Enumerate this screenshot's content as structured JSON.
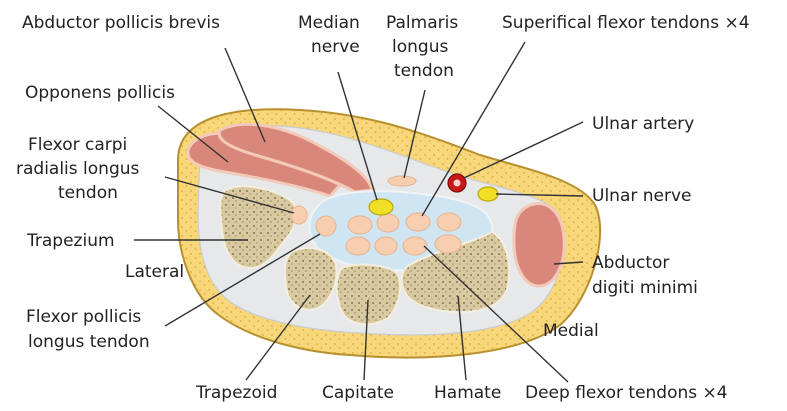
{
  "labels": {
    "abductor_pollicis_brevis": "Abductor pollicis brevis",
    "median_nerve_1": "Median",
    "median_nerve_2": "nerve",
    "palmaris_1": "Palmaris",
    "palmaris_2": "longus",
    "palmaris_3": "tendon",
    "superficial_flexor": "Superifical flexor tendons ×4",
    "opponens_pollicis": "Opponens pollicis",
    "ulnar_artery": "Ulnar artery",
    "fcr_1": "Flexor carpi",
    "fcr_2": "radialis longus",
    "fcr_3": "tendon",
    "ulnar_nerve": "Ulnar nerve",
    "trapezium": "Trapezium",
    "abductor_digiti_1": "Abductor",
    "abductor_digiti_2": "digiti minimi",
    "lateral": "Lateral",
    "fpl_1": "Flexor pollicis",
    "fpl_2": "longus tendon",
    "medial": "Medial",
    "trapezoid": "Trapezoid",
    "capitate": "Capitate",
    "hamate": "Hamate",
    "deep_flexor": "Deep flexor tendons ×4"
  },
  "colors": {
    "fat_fill": "#f7d77a",
    "fat_outline": "#b8902e",
    "muscle": "#d9877b",
    "muscle_edge": "#f3c9b9",
    "fascia": "#e6e8ea",
    "canal": "#cfe6f2",
    "bone": "#d8c9a0",
    "bone_spots": "#8a7550",
    "tendon": "#f7cfb0",
    "nerve": "#f0df26",
    "artery": "#c71818",
    "leader": "#333333"
  }
}
